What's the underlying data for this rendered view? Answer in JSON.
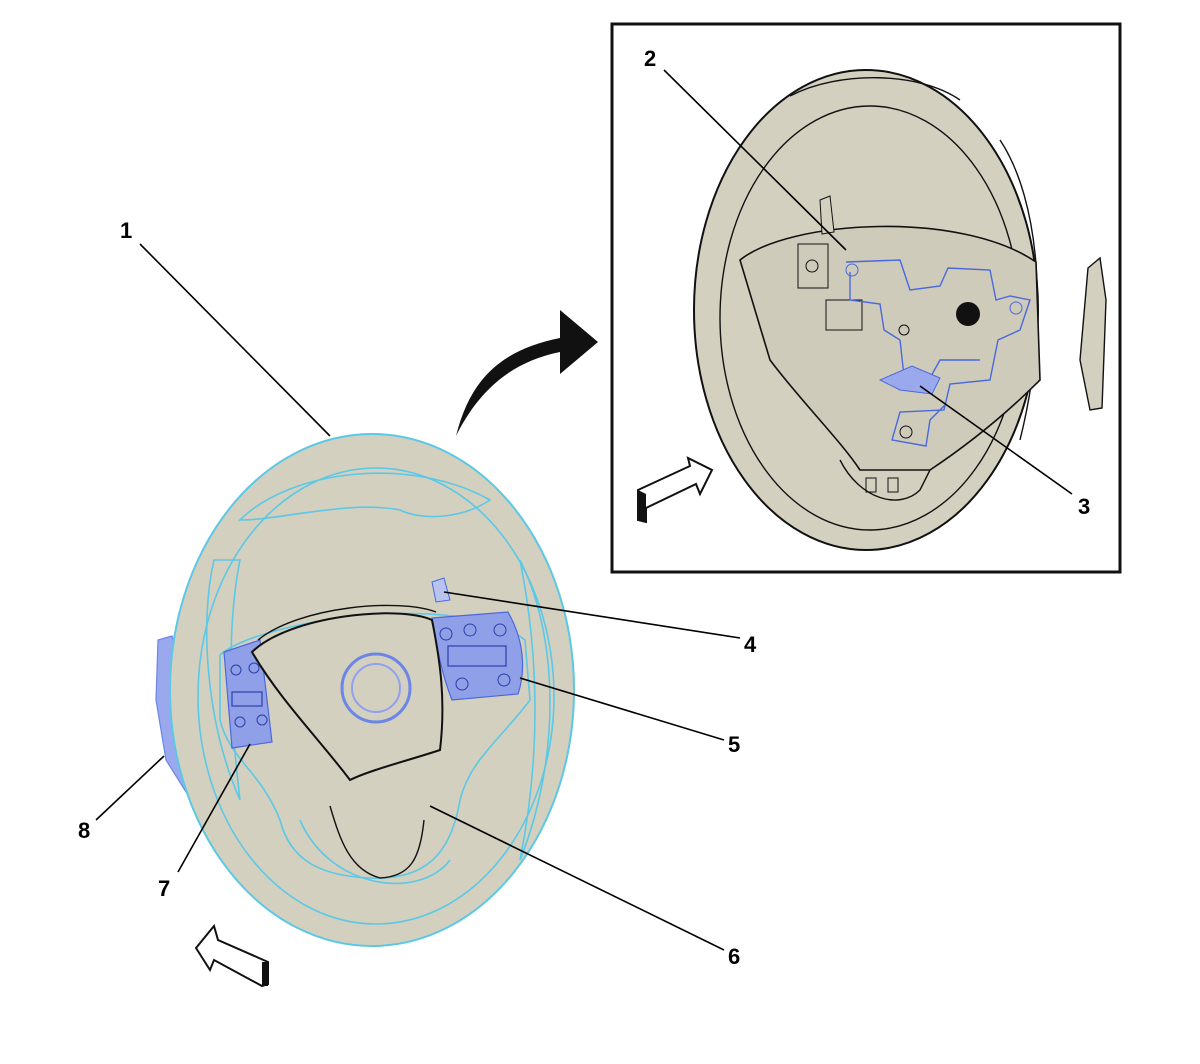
{
  "callouts": [
    {
      "id": 1,
      "label": "1"
    },
    {
      "id": 2,
      "label": "2"
    },
    {
      "id": 3,
      "label": "3"
    },
    {
      "id": 4,
      "label": "4"
    },
    {
      "id": 5,
      "label": "5"
    },
    {
      "id": 6,
      "label": "6"
    },
    {
      "id": 7,
      "label": "7"
    },
    {
      "id": 8,
      "label": "8"
    }
  ],
  "colors": {
    "wheel_fill": "#d3d0c0",
    "highlight_cyan": "#5bc8e6",
    "component_blue": "#6b86e6",
    "ink": "#111111"
  }
}
